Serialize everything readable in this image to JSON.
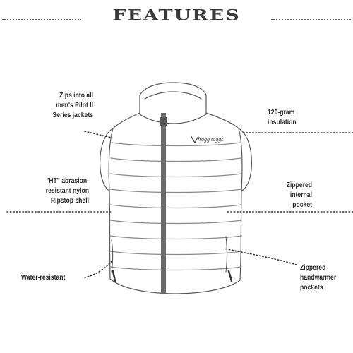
{
  "header": {
    "title": "FEATURES"
  },
  "brand": {
    "logo_text": "frogg toggs"
  },
  "callouts": {
    "zips": [
      "Zips into all",
      "men's Pilot II",
      "Series jackets"
    ],
    "insulation": [
      "120-gram",
      "insulation"
    ],
    "abrasion": [
      "\"HT\" abrasion-",
      "resistant nylon",
      "Ripstop shell"
    ],
    "internal_pocket": [
      "Zippered",
      "internal",
      "pocket"
    ],
    "water": [
      "Water-resistant"
    ],
    "handwarmer": [
      "Zippered",
      "handwarmer",
      "pockets"
    ]
  },
  "colors": {
    "text": "#2b2b2b",
    "outline": "#555555",
    "zipper": "#666666"
  }
}
